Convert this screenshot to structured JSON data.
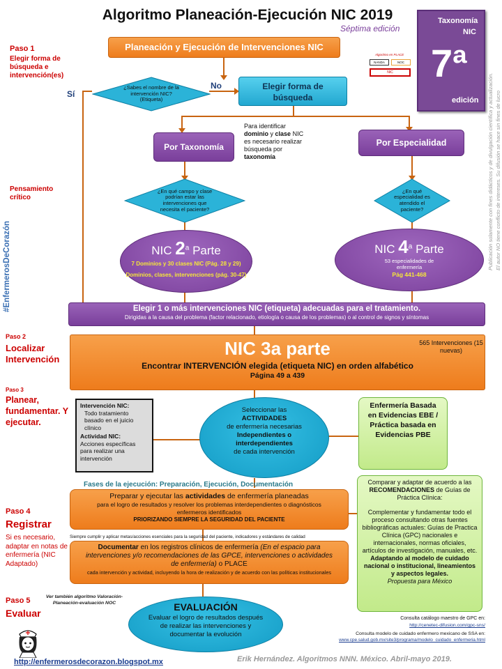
{
  "header": {
    "title": "Algoritmo Planeación-Ejecución NIC 2019",
    "subtitle": "Séptima edición"
  },
  "taxonomy_box": {
    "line1": "Taxonomía",
    "line2": "NIC",
    "big": "7ª",
    "line3": "edición"
  },
  "mini_diagram": {
    "title": "Algoritmo en PLACE",
    "left": "NANDA",
    "right": "NOC",
    "bottom": "NIC"
  },
  "side_note": {
    "line1": "Publicación solamente con fines didácticos y de divulgación científica y actualización.",
    "line2": "El autor NO tiene conflicto de intereses.  Su difusión se hace sin fines de lucro"
  },
  "hashtag": "#EnfermerosDeCorazón",
  "steps": {
    "paso1": "Paso 1",
    "paso1_desc": "Elegir forma de búsqueda  e intervención(es)",
    "pensamiento": "Pensamiento crítico",
    "paso2": "Paso 2",
    "paso2_desc": "Localizar Intervención",
    "paso3": "Paso 3",
    "paso3_desc": "Planear, fundamentar. Y ejecutar.",
    "paso4": "Paso 4",
    "paso4_title": "Registrar",
    "paso4_desc": "Si es necesario, adaptar en notas de enfermería (NIC Adaptado)",
    "paso5": "Paso 5",
    "paso5_title": "Evaluar"
  },
  "flow": {
    "start": "Planeación y Ejecución de Intervenciones NIC",
    "decision1": "¿Sabes el nombre de la intervención NIC? (Etiqueta)",
    "si": "Sí",
    "no": "No",
    "elegir_forma": "Elegir forma de búsqueda",
    "nota_identificar_pre": "Para identificar",
    "nota_dominio": "dominio",
    "nota_y": " y",
    "nota_clase": "clase",
    "nota_resto": " NIC es necesario realizar búsqueda por",
    "nota_taxonomia": "taxonomía",
    "por_taxonomia": "Por Taxonomía",
    "por_especialidad": "Por Especialidad",
    "decision2": "¿En qué campo y clase podrían estar las intervenciones que necesita el paciente?",
    "decision3": "¿En qué especialidad es atendido el paciente?",
    "nic2_label": "NIC",
    "nic2_num": "2",
    "nic2_sup": "a",
    "nic2_parte": "Parte",
    "nic2_line1": "7 Dominios y 30 clases NIC  (Pág. 28 y 29)",
    "nic2_line2": "Dominios, clases, intervenciones  (pág. 30-47)",
    "nic4_label": "NIC",
    "nic4_num": "4",
    "nic4_sup": "a",
    "nic4_parte": "Parte",
    "nic4_line1": "53 especialidades de enfermería",
    "nic4_line2": "Pág 441-468",
    "elegir1_title": "Elegir 1 o más intervenciones NIC (etiqueta) adecuadas para el tratamiento.",
    "elegir1_sub": "Dirigidas a la causa del problema (factor relacionado, etiología o causa de los problemas) o al control de signos y síntomas",
    "nic3_title": "NIC 3a parte",
    "nic3_count": "565 Intervenciones (15 nuevas)",
    "nic3_find_pre": "Encontrar ",
    "nic3_find_bold": "INTERVENCIÓN",
    "nic3_find_post": " elegida (etiqueta NIC) en orden alfabético",
    "nic3_page": "Página 49 a 439",
    "def_interv_title": "Intervención NIC:",
    "def_interv_text": "Todo tratamiento basado en el juicio clínico",
    "def_act_title": "Actividad NIC:",
    "def_act_text": "Acciones específicas para realizar una intervención",
    "select_pre": "Seleccionar las",
    "select_bold1": "ACTIVIDADES",
    "select_mid": "de enfermería necesarias",
    "select_bold2": "Independientes  o interdependientes",
    "select_post": "de cada intervención",
    "ebe_text": "Enfermería Basada en Evidencias EBE / Práctica basada en Evidencias PBE",
    "fases": "Fases de la ejecución: Preparación, Ejecución, Documentación",
    "ejecutar_pre": "Preparar y ejecutar las ",
    "ejecutar_bold": "actividades",
    "ejecutar_post": " de enfermería planeadas",
    "ejecutar_sub": "para el logro de resultados y resolver los problemas interdependientes o diagnósticos enfermeros identificados",
    "ejecutar_priority": "PRIORIZANDO SIEMPRE LA SEGURIDAD DEL PACIENTE",
    "siempre": "Siempre cumplir y aplicar metas/acciones esenciales para la seguridad del paciente, indicadores y estándares de calidad",
    "doc_bold": "Documentar",
    "doc_pre": " en los registros clínicos de enfermería ",
    "doc_italic": "(En el espacio para intervenciones y/o recomendaciones de las GPCE, intervenciones o actividades de enfermería)",
    "doc_post": " o PLACE",
    "doc_sub": "cada intervención  y actividad,  incluyendo la hora de realización  y de acuerdo  con las políticas institucionales",
    "gpc_intro": "Comparar y adaptar de acuerdo a las",
    "gpc_bold": "RECOMENDACIONES",
    "gpc_intro2": " de Guías de Práctica Clínica:",
    "gpc_p2": "Complementar y fundamentar todo el proceso consultando otras fuentes bibliográficas actuales: Guías de Practica Clínica (GPC) nacionales e internacionales, normas oficiales, artículos de investigación, manuales, etc.",
    "gpc_p3": "Adaptando al modelo de cuidado nacional o institucional, lineamientos y aspectos legales.",
    "gpc_p4": "Propuesta para México",
    "see_also": "Ver también algoritmo Valoración-Planeación-evaluación  NOC",
    "evaluacion_title": "EVALUACIÓN",
    "evaluacion_text": "Evaluar el logro de resultados después de realizar las intervenciones y documentar la evolución"
  },
  "footer": {
    "consulta1": "Consulta catálogo maestro de GPC en:",
    "url1": "http://cenetec-difusion.com/gpc-sns/",
    "consulta2": "Consulta modelo de cuidado enfermero mexicano de SSA en:",
    "url2": "www.cpe.salud.gob.mx/site3/programa/modelo_cuidado_enfermeria.html",
    "blog": "http://enfermerosdecorazon.blogspot.mx",
    "author": "Erik Hernández. Algoritmos NNN. México. Abril-mayo 2019."
  }
}
